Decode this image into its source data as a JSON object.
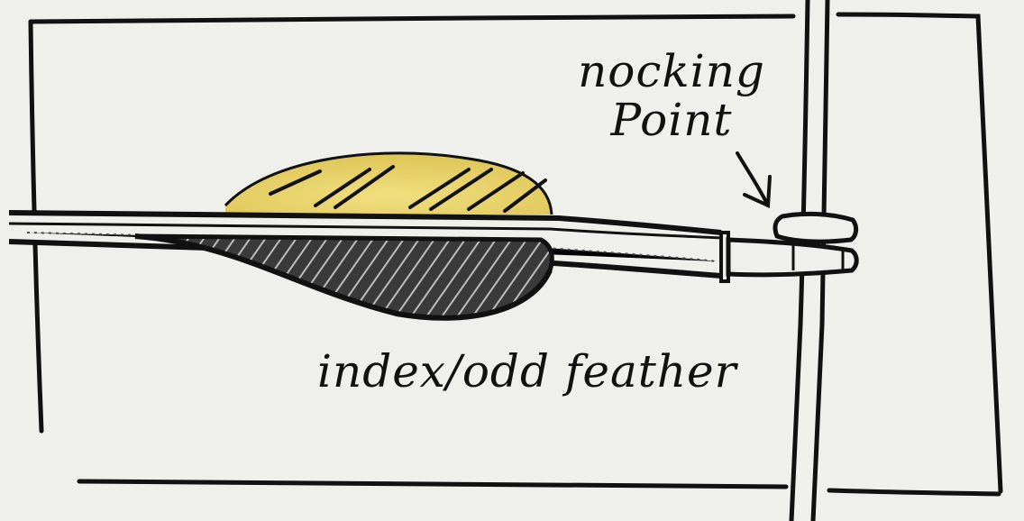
{
  "labels": {
    "nocking_point_line1": "nocking",
    "nocking_point_line2": "Point",
    "index_feather": "index/odd feather"
  },
  "colors": {
    "paper": "#efefec",
    "ink": "#111111",
    "feather_fill": "#e8cf5a",
    "fletching_shade": "#2b2b2b"
  }
}
